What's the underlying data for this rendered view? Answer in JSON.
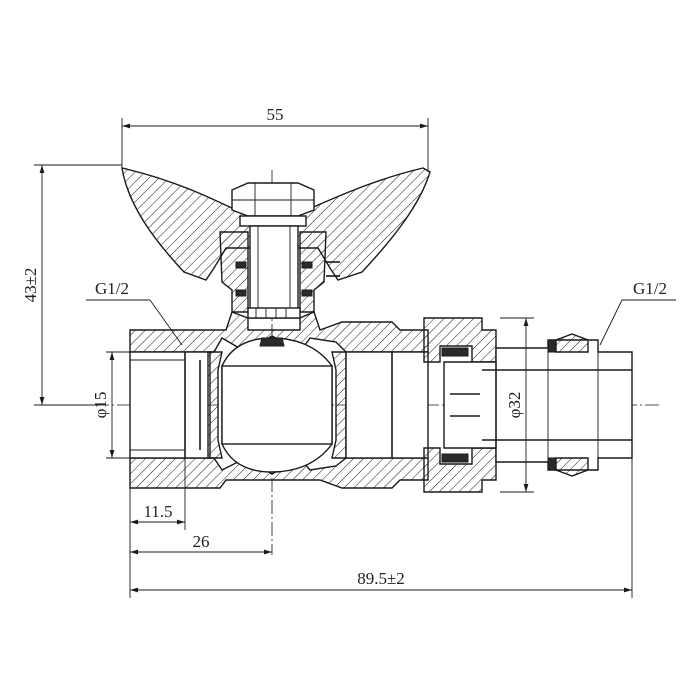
{
  "drawing": {
    "dimensions": {
      "top_width": "55",
      "height": "43±2",
      "inlet_thread": "G1/2",
      "outlet_thread": "G1/2",
      "bore_diameter": "φ15",
      "union_diameter": "φ32",
      "thread_length": "11.5",
      "inlet_to_axis": "26",
      "overall_length": "89.5±2"
    }
  }
}
